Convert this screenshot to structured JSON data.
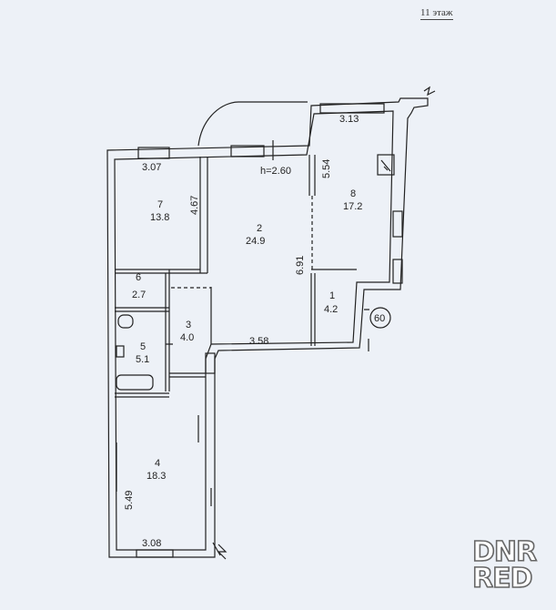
{
  "floor_label": "11 этаж",
  "ceiling_height": "h=2.60",
  "apartment_number": "60",
  "rooms": [
    {
      "number": "1",
      "area": "4.2"
    },
    {
      "number": "2",
      "area": "24.9"
    },
    {
      "number": "3",
      "area": "4.0"
    },
    {
      "number": "4",
      "area": "18.3"
    },
    {
      "number": "5",
      "area": "5.1"
    },
    {
      "number": "6",
      "area": "2.7"
    },
    {
      "number": "7",
      "area": "13.8"
    },
    {
      "number": "8",
      "area": "17.2"
    }
  ],
  "dimensions": {
    "room7_width": "3.07",
    "room7_depth": "4.67",
    "room8_width": "3.13",
    "room8_depth": "5.54",
    "room2_depth": "6.91",
    "corridor_width": "3.58",
    "room4_depth": "5.49",
    "room4_width": "3.08"
  },
  "watermark": {
    "line1": "DNR",
    "line2": "RED"
  },
  "colors": {
    "paper": "#edf1f7",
    "line": "#222222"
  }
}
